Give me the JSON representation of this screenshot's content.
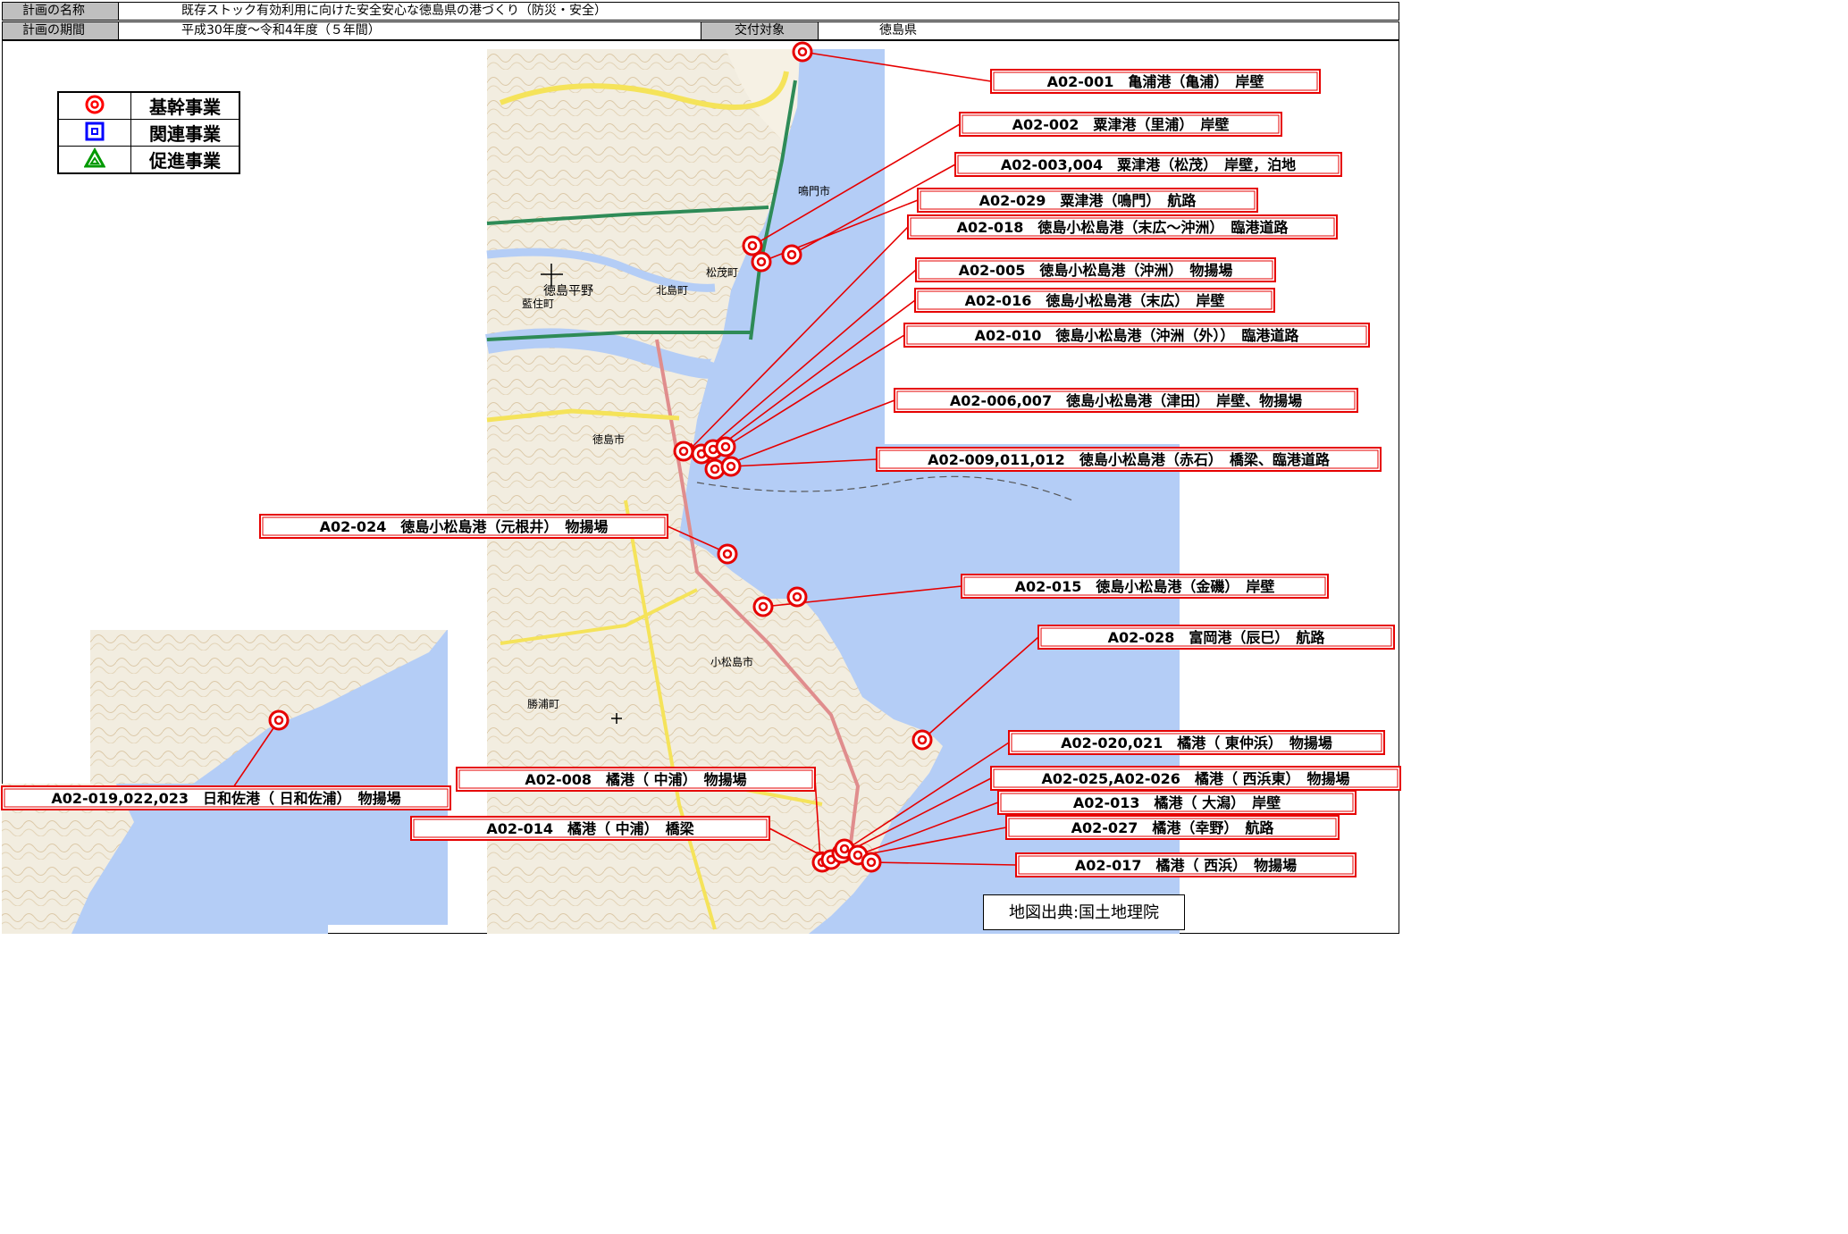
{
  "header": {
    "plan_name_label": "計画の名称",
    "plan_name_value": "既存ストック有効利用に向けた安全安心な徳島県の港づくり（防災・安全）",
    "plan_period_label": "計画の期間",
    "plan_period_value": "平成30年度～令和4年度（５年間）",
    "grant_target_label": "交付対象",
    "grant_target_value": "徳島県"
  },
  "legend": [
    {
      "icon": "double-circle-icon",
      "color": "#ff0000",
      "label": "基幹事業"
    },
    {
      "icon": "double-square-icon",
      "color": "#0000ff",
      "label": "関連事業"
    },
    {
      "icon": "double-triangle-icon",
      "color": "#009900",
      "label": "促進事業"
    }
  ],
  "credit": "地図出典:国土地理院",
  "map_labels": [
    "鳴門市",
    "松茂町",
    "北島町",
    "藍住町",
    "徳島平野",
    "徳島市",
    "小松島市",
    "勝浦町"
  ],
  "projects": [
    "A02-001　亀浦港（亀浦）　岸壁",
    "A02-002　粟津港（里浦）　岸壁",
    "A02-003,004　粟津港（松茂）　岸壁，泊地",
    "A02-029　粟津港（鳴門）　航路",
    "A02-018　徳島小松島港（末広～沖洲）　臨港道路",
    "A02-005　徳島小松島港（沖洲）　物揚場",
    "A02-016　徳島小松島港（末広）　岸壁",
    "A02-010　徳島小松島港（沖洲（外））　臨港道路",
    "A02-006,007　徳島小松島港（津田）　岸壁、物揚場",
    "A02-009,011,012　徳島小松島港（赤石）　橋梁、臨港道路",
    "A02-024　徳島小松島港（元根井）　物揚場",
    "A02-015　徳島小松島港（金磯）　岸壁",
    "A02-028　富岡港（辰巳）　航路",
    "A02-020,021　橘港（ 東仲浜）　物揚場",
    "A02-008　橘港（ 中浦）　物揚場",
    "A02-025,A02-026　橘港（ 西浜東）　物揚場",
    "A02-013　橘港（ 大潟）　岸壁",
    "A02-019,022,023　日和佐港（ 日和佐浦）　物揚場",
    "A02-014　橘港（ 中浦）　橋梁",
    "A02-027　橘港（幸野）　航路",
    "A02-017　橘港（ 西浜）　物揚場"
  ]
}
